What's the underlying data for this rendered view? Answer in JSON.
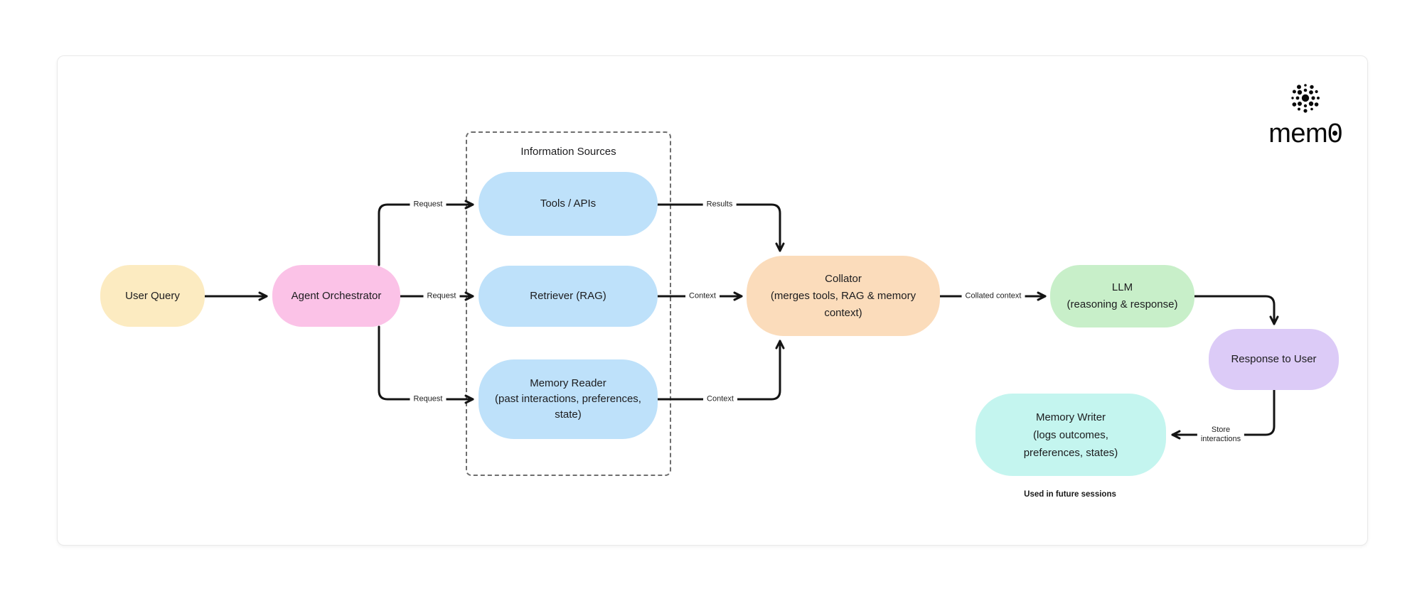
{
  "logo": {
    "text": "mem0",
    "icon": "dot-burst-icon"
  },
  "diagram": {
    "group_title": "Information Sources",
    "nodes": {
      "user_query": {
        "lines": [
          "User Query"
        ],
        "color": "#fcebc1"
      },
      "agent_orchestrator": {
        "lines": [
          "Agent Orchestrator"
        ],
        "color": "#fbc2e7"
      },
      "tools_apis": {
        "lines": [
          "Tools / APIs"
        ],
        "color": "#bee1fa"
      },
      "retriever": {
        "lines": [
          "Retriever (RAG)"
        ],
        "color": "#bee1fa"
      },
      "memory_reader": {
        "lines": [
          "Memory Reader",
          "(past interactions, preferences,",
          "state)"
        ],
        "color": "#bee1fa"
      },
      "collator": {
        "lines": [
          "Collator",
          "(merges tools, RAG & memory",
          "context)"
        ],
        "color": "#fbdcbb"
      },
      "llm": {
        "lines": [
          "LLM",
          "(reasoning & response)"
        ],
        "color": "#c8efc9"
      },
      "response_to_user": {
        "lines": [
          "Response to User"
        ],
        "color": "#dccbf7"
      },
      "memory_writer": {
        "lines": [
          "Memory Writer",
          "(logs outcomes,",
          "preferences, states)"
        ],
        "color": "#c4f5ef"
      }
    },
    "edges": {
      "orchestrator_to_tools": {
        "label": "Request"
      },
      "orchestrator_to_retriever": {
        "label": "Request"
      },
      "orchestrator_to_memory_reader": {
        "label": "Request"
      },
      "tools_to_collator": {
        "label": "Results"
      },
      "retriever_to_collator": {
        "label": "Context"
      },
      "memory_reader_to_collator": {
        "label": "Context"
      },
      "collator_to_llm": {
        "label": "Collated context"
      },
      "response_to_memory_writer": {
        "lines": [
          "Store",
          "interactions"
        ]
      }
    },
    "footnote": "Used in future sessions",
    "palette": {
      "line": "#141414",
      "dashed_border": "#6e6e6e",
      "card_border": "#e9e9e9",
      "text": "#1c1c1e"
    }
  }
}
